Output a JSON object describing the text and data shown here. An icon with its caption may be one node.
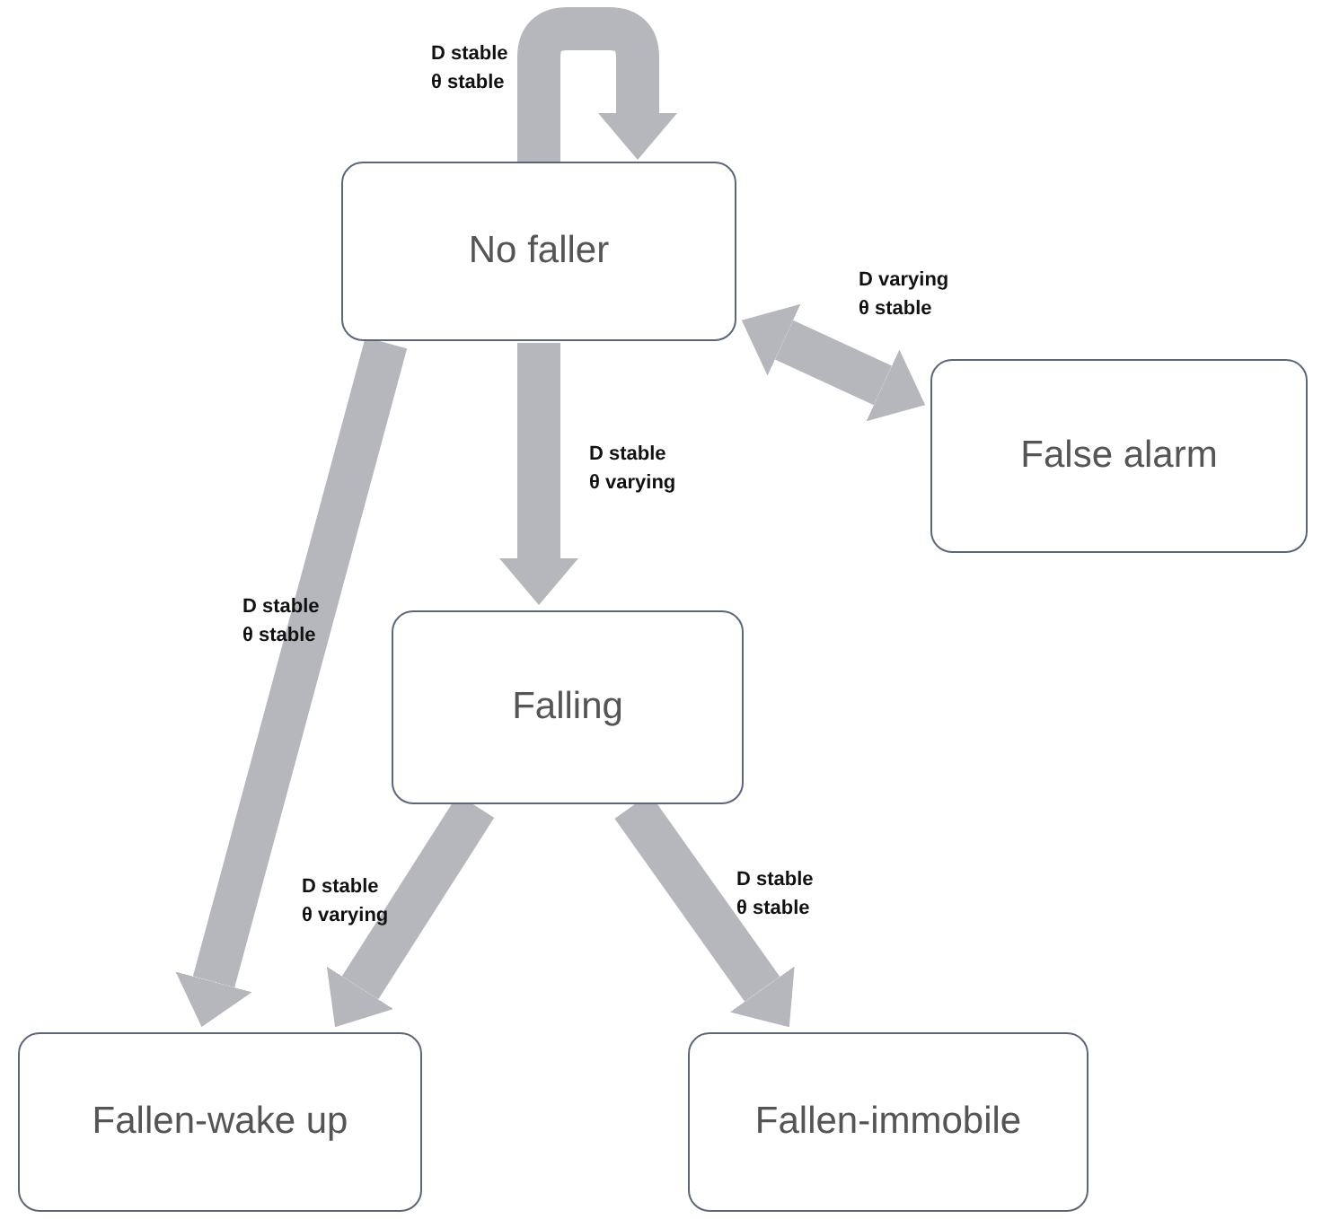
{
  "diagram": {
    "nodes": [
      {
        "text": [
          "No faller"
        ]
      },
      {
        "text": [
          "False alarm"
        ]
      },
      {
        "text": [
          "Falling"
        ]
      },
      {
        "text": [
          "Fallen-wake up"
        ]
      },
      {
        "text": [
          "Fallen-immobile"
        ]
      }
    ],
    "edges": [
      {
        "from": 0,
        "to": 0,
        "arrow": "to",
        "label": "D stable θ stable"
      },
      {
        "from": 0,
        "to": 1,
        "arrow": "both",
        "label": "D varying θ stable"
      },
      {
        "from": 0,
        "to": 2,
        "arrow": "to",
        "label": "D stable θ varying"
      },
      {
        "from": 0,
        "to": 3,
        "arrow": "to",
        "label": "D stable θ stable"
      },
      {
        "from": 2,
        "to": 3,
        "arrow": "to",
        "label": "D stable θ varying"
      },
      {
        "from": 2,
        "to": 4,
        "arrow": "to",
        "label": "D stable θ stable"
      }
    ]
  }
}
